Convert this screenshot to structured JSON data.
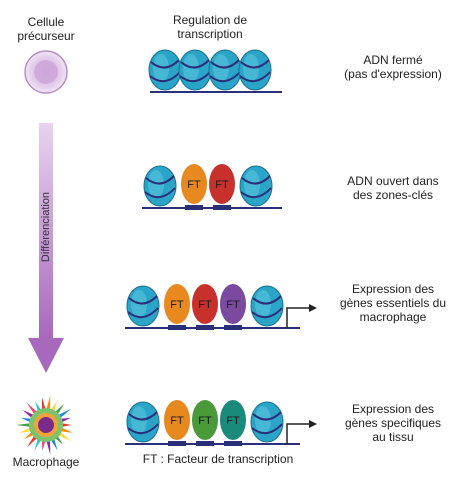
{
  "labels": {
    "precursor_cell": "Cellule\nprécurseur",
    "column_header": "Regulation de\ntranscription",
    "differentiation": "Différenciation",
    "macrophage": "Macrophage",
    "footnote": "FT : Facteur de transcription"
  },
  "ft_label": "FT",
  "stages": [
    {
      "description": "ADN fermé\n(pas d'expression)",
      "factors": []
    },
    {
      "description": "ADN ouvert dans\ndes zones-clés",
      "factors": [
        "#e8891f",
        "#c8302c"
      ]
    },
    {
      "description": "Expression des\ngènes essentiels du\nmacrophage",
      "factors": [
        "#e8891f",
        "#c8302c",
        "#7a4a9e"
      ]
    },
    {
      "description": "Expression des\ngènes specifiques\nau tissu",
      "factors": [
        "#e8891f",
        "#4a9a3a",
        "#1a8a7a"
      ]
    }
  ],
  "colors": {
    "nucleosome": "#2aa5c8",
    "nucleosome_dark": "#1a6f8c",
    "dna_strand": "#2a2f7a",
    "arrow_shaft": "#c9a3d6",
    "arrow_head": "#9b5aae",
    "precursor_cell": "#d9bfe3",
    "precursor_nucleus": "#b58ac6"
  }
}
